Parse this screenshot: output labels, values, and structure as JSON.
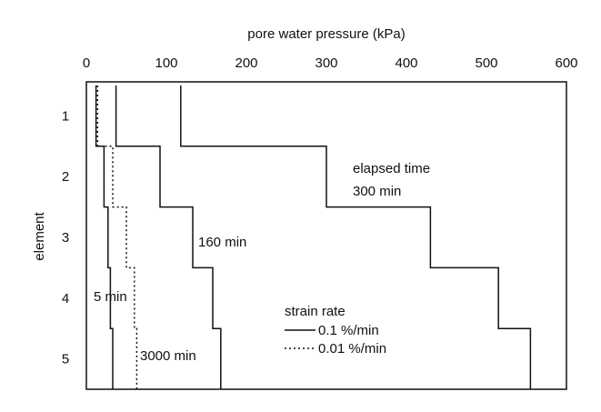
{
  "chart_data": {
    "type": "line",
    "xlabel": "pore water pressure (kPa)",
    "ylabel": "element",
    "xlim": [
      0,
      600
    ],
    "x_ticks": [
      "0",
      "100",
      "200",
      "300",
      "400",
      "500",
      "600"
    ],
    "y_categories": [
      "1",
      "2",
      "3",
      "4",
      "5"
    ],
    "grid": false,
    "series": [
      {
        "style": "solid",
        "elapsed_min": "5",
        "values": [
          12,
          22,
          27,
          30,
          33
        ]
      },
      {
        "style": "solid",
        "elapsed_min": "160",
        "values": [
          37,
          92,
          133,
          158,
          168
        ]
      },
      {
        "style": "solid",
        "elapsed_min": "300",
        "values": [
          118,
          300,
          430,
          515,
          555
        ]
      },
      {
        "style": "dotted",
        "elapsed_min": "3000",
        "values": [
          14,
          33,
          50,
          60,
          63
        ]
      }
    ],
    "annotations": [
      {
        "id": "elapsed-title",
        "text": "elapsed time"
      },
      {
        "id": "t300",
        "text": "300 min"
      },
      {
        "id": "t160",
        "text": "160 min"
      },
      {
        "id": "t5",
        "text": "5 min"
      },
      {
        "id": "t3000",
        "text": "3000 min"
      }
    ],
    "legend": {
      "title": "strain rate",
      "position": "lower-center",
      "entries": [
        {
          "style": "solid",
          "label": "0.1 %/min"
        },
        {
          "style": "dotted",
          "label": "0.01 %/min"
        }
      ]
    }
  }
}
